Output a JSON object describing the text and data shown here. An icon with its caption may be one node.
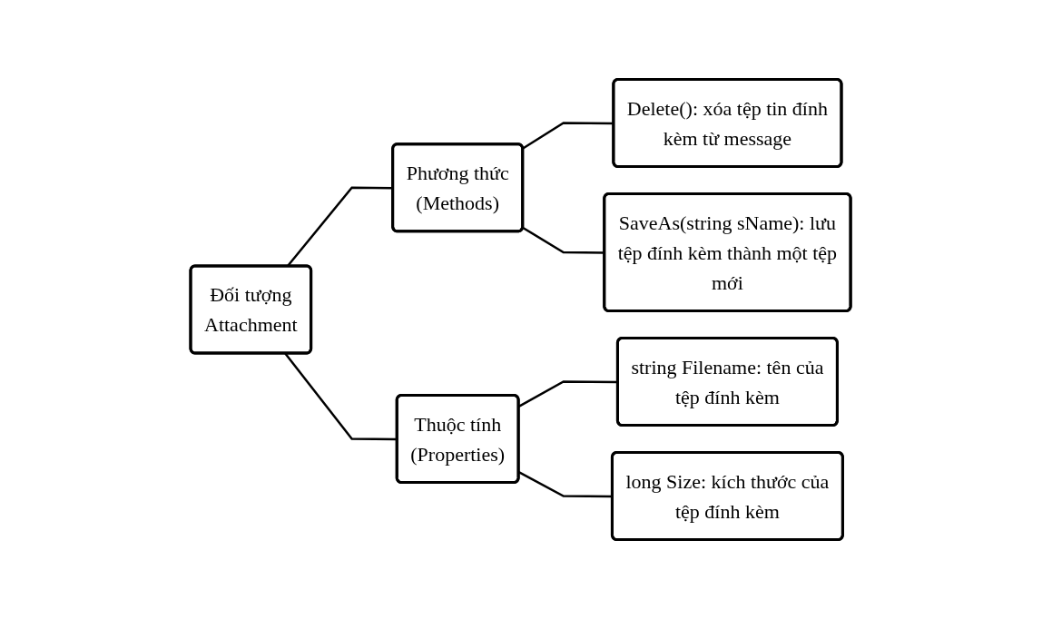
{
  "diagram": {
    "nodes": [
      {
        "text": [
          "Đối tượng Attachment"
        ]
      },
      {
        "text": [
          "Phương thức (Methods)"
        ]
      },
      {
        "text": [
          "Delete(): xóa tệp tin đính kèm từ message"
        ]
      },
      {
        "text": [
          "SaveAs(string sName): lưu tệp đính kèm thành một tệp mới"
        ]
      },
      {
        "text": [
          "Thuộc tính (Properties)"
        ]
      },
      {
        "text": [
          "string Filename: tên của tệp đính kèm"
        ]
      },
      {
        "text": [
          "long Size: kích thước của tệp đính kèm"
        ]
      }
    ],
    "edges": [
      {
        "from": 0,
        "to": 1,
        "arrow": "none"
      },
      {
        "from": 1,
        "to": 2,
        "arrow": "none"
      },
      {
        "from": 1,
        "to": 3,
        "arrow": "none"
      },
      {
        "from": 0,
        "to": 4,
        "arrow": "none"
      },
      {
        "from": 4,
        "to": 5,
        "arrow": "none"
      },
      {
        "from": 4,
        "to": 6,
        "arrow": "none"
      }
    ]
  }
}
